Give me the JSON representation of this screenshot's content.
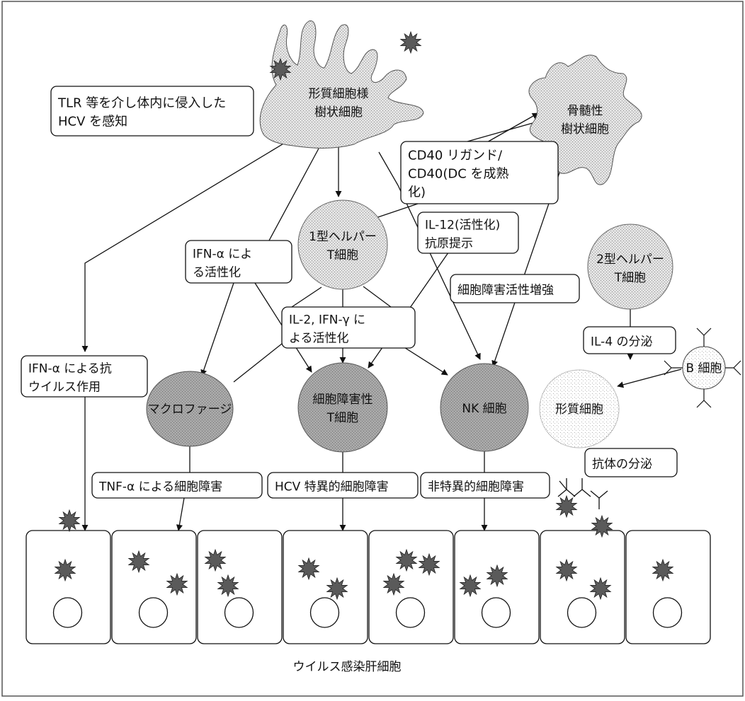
{
  "cells": {
    "pdc": [
      "形質細胞様",
      "樹状細胞"
    ],
    "mdc": [
      "骨髄性",
      "樹状細胞"
    ],
    "th1": [
      "1型ヘルパー",
      "T細胞"
    ],
    "th2": [
      "2型ヘルパー",
      "T細胞"
    ],
    "macrophage": [
      "マクロファージ"
    ],
    "ctl": [
      "細胞障害性",
      "T細胞"
    ],
    "nk": [
      "NK 細胞"
    ],
    "bcell": [
      "B 細胞"
    ],
    "plasma": [
      "形質細胞"
    ]
  },
  "boxes": {
    "tlr": [
      "TLR 等を介し体内に侵入した",
      "HCV を感知"
    ],
    "cd40": [
      "CD40 リガンド/",
      "CD40(DC を成熟",
      "化)"
    ],
    "il12": [
      "IL-12(活性化)",
      "抗原提示"
    ],
    "ifna_act": [
      "IFN-α によ",
      "る活性化"
    ],
    "cytotox": [
      "細胞障害活性増強"
    ],
    "il2": [
      "IL-2, IFN-γ に",
      "よる活性化"
    ],
    "il4": [
      "IL-4 の分泌"
    ],
    "ifna_av": [
      "IFN-α による抗",
      "ウイルス作用"
    ],
    "antibody": [
      "抗体の分泌"
    ],
    "tnf": [
      "TNF-α による細胞障害"
    ],
    "hcv_spec": [
      "HCV 特異的細胞障害"
    ],
    "nonspec": [
      "非特異的細胞障害"
    ]
  },
  "caption": "ウイルス感染肝細胞",
  "colors": {
    "stipple": "#c9c9c9",
    "dark_cell": "#a0a0a0",
    "virus": "#444444",
    "line": "#111111"
  },
  "icons": [
    "virus-icon",
    "antibody-icon",
    "nucleus-icon"
  ]
}
